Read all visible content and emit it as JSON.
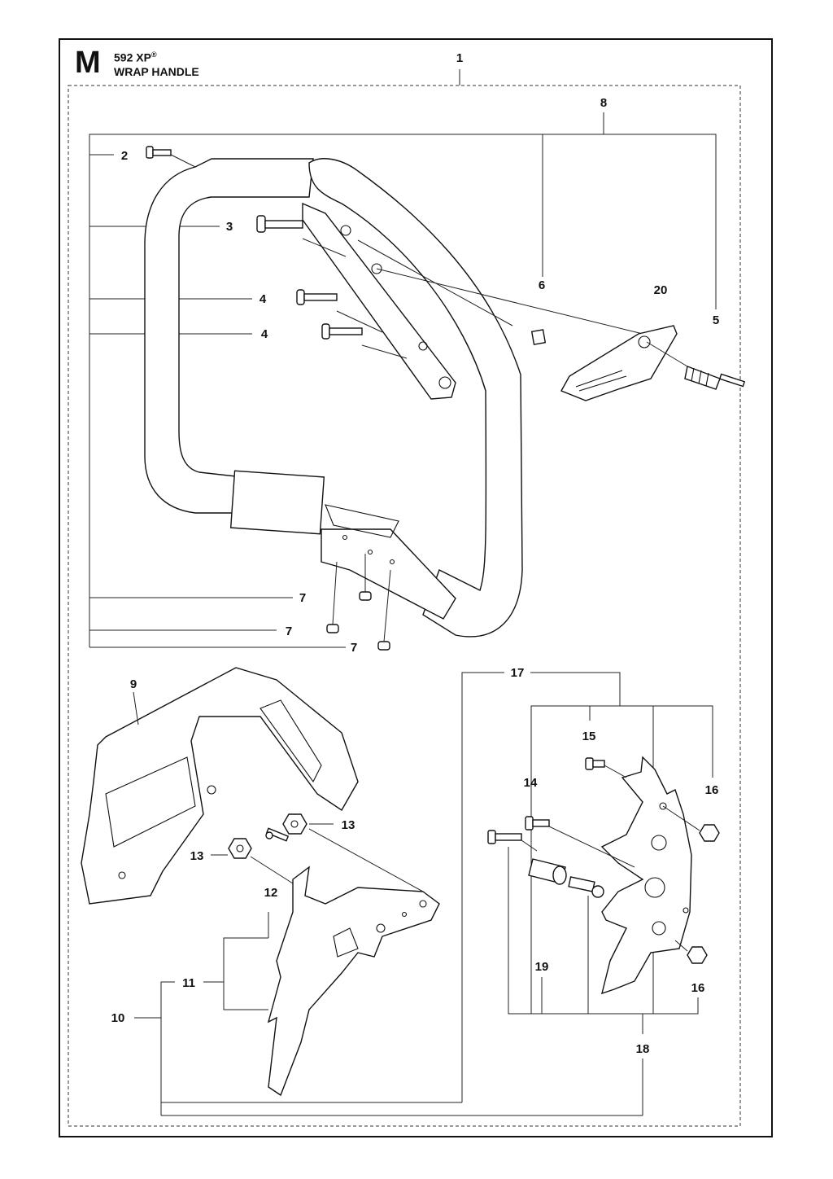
{
  "header": {
    "section_letter": "M",
    "model": "592 XP",
    "model_mark": "®",
    "title": "WRAP HANDLE"
  },
  "callouts": {
    "c1": "1",
    "c2": "2",
    "c3": "3",
    "c4a": "4",
    "c4b": "4",
    "c5": "5",
    "c6": "6",
    "c7a": "7",
    "c7b": "7",
    "c7c": "7",
    "c8": "8",
    "c9": "9",
    "c10": "10",
    "c11": "11",
    "c12": "12",
    "c13a": "13",
    "c13b": "13",
    "c14": "14",
    "c15": "15",
    "c16a": "16",
    "c16b": "16",
    "c17": "17",
    "c18": "18",
    "c19": "19",
    "c20": "20"
  }
}
